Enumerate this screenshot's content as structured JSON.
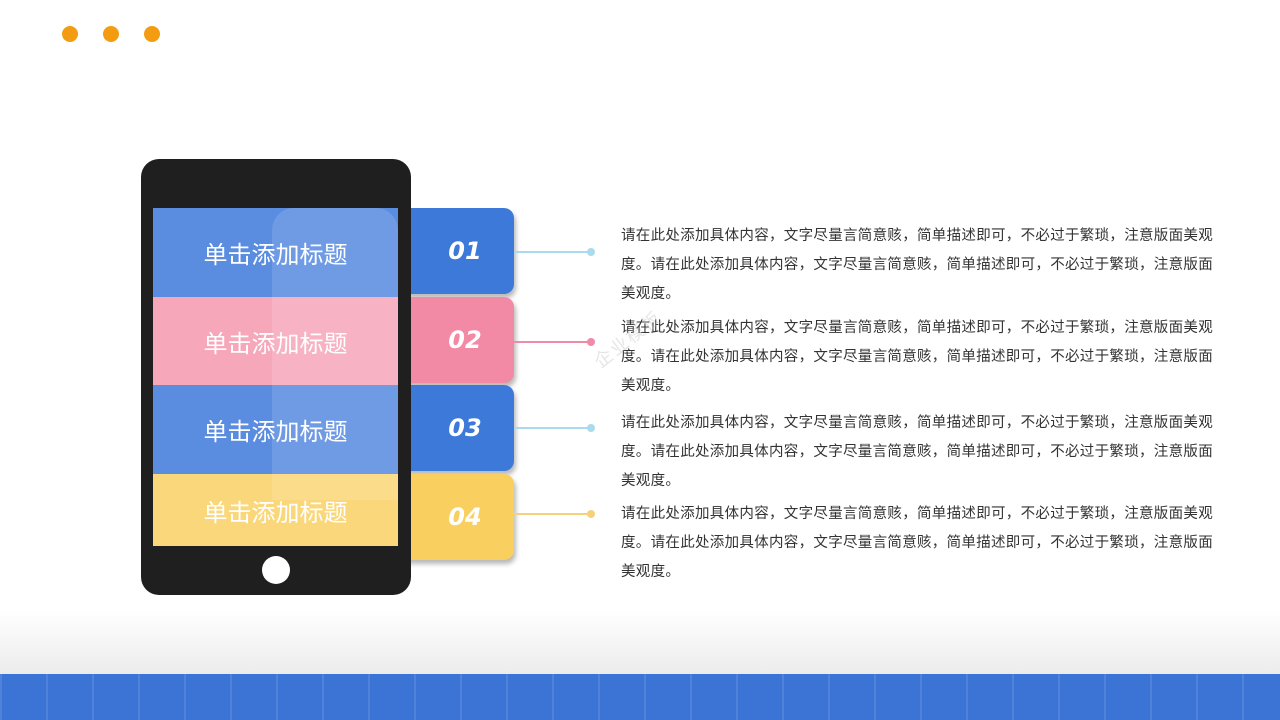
{
  "items": [
    {
      "number": "01",
      "title": "单击添加标题",
      "text": "请在此处添加具体内容，文字尽量言简意赅，简单描述即可，不必过于繁琐，注意版面美观度。请在此处添加具体内容，文字尽量言简意赅，简单描述即可，不必过于繁琐，注意版面美观度。",
      "color": "#3d79d9"
    },
    {
      "number": "02",
      "title": "单击添加标题",
      "text": "请在此处添加具体内容，文字尽量言简意赅，简单描述即可，不必过于繁琐，注意版面美观度。请在此处添加具体内容，文字尽量言简意赅，简单描述即可，不必过于繁琐，注意版面美观度。",
      "color": "#f28aa6"
    },
    {
      "number": "03",
      "title": "单击添加标题",
      "text": "请在此处添加具体内容，文字尽量言简意赅，简单描述即可，不必过于繁琐，注意版面美观度。请在此处添加具体内容，文字尽量言简意赅，简单描述即可，不必过于繁琐，注意版面美观度。",
      "color": "#3d79d9"
    },
    {
      "number": "04",
      "title": "单击添加标题",
      "text": "请在此处添加具体内容，文字尽量言简意赅，简单描述即可，不必过于繁琐，注意版面美观度。请在此处添加具体内容，文字尽量言简意赅，简单描述即可，不必过于繁琐，注意版面美观度。",
      "color": "#f9cf5f"
    }
  ],
  "watermark": "企业模板",
  "colors": {
    "accent_dots": "#f39c12",
    "band": "#3c74d6",
    "phone": "#1f1f1f"
  },
  "icons": {
    "dots": "dots-icon",
    "home_button": "home-button-icon"
  }
}
